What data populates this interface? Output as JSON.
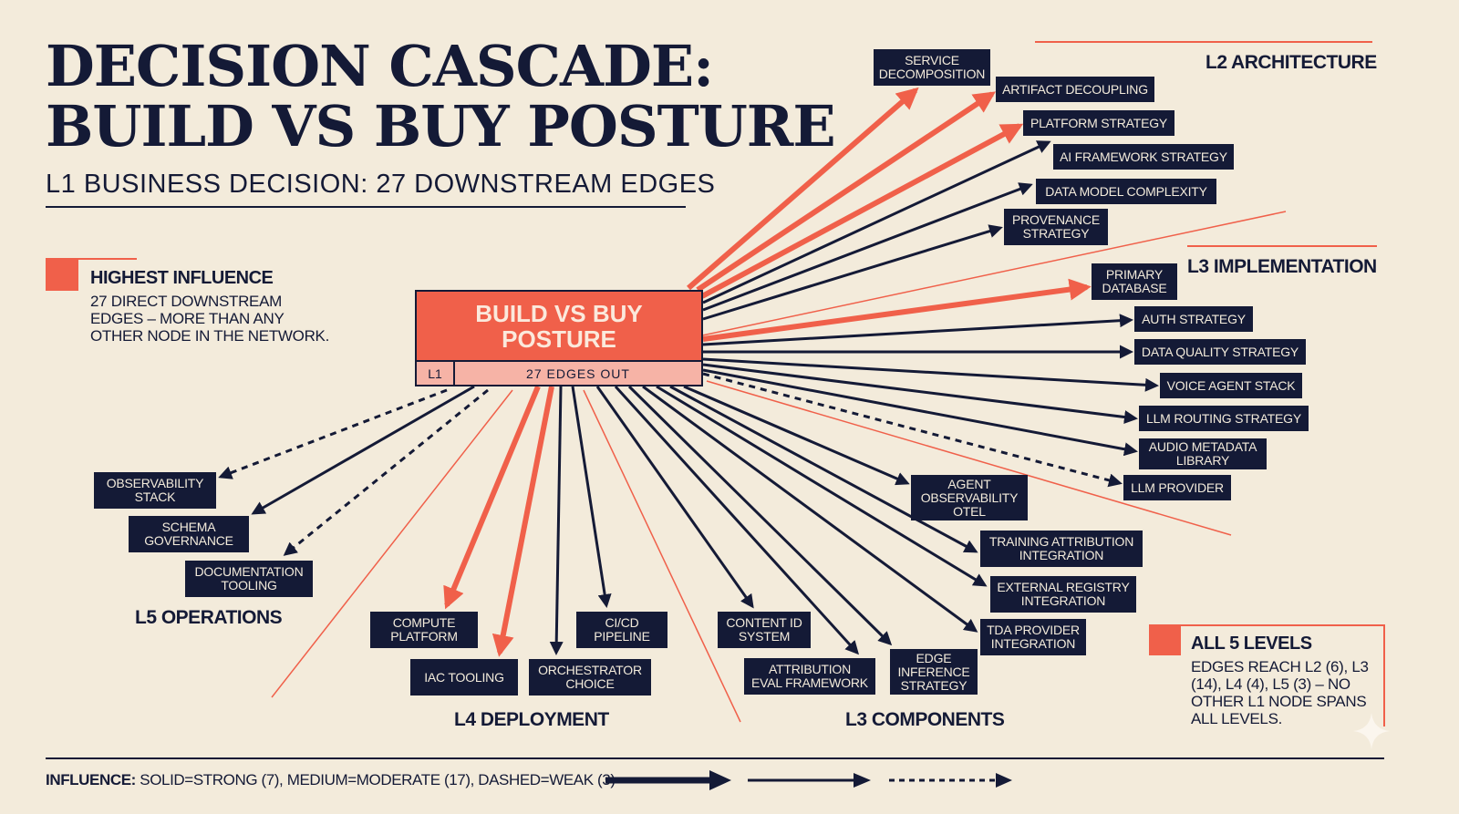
{
  "header": {
    "title_line1": "DECISION CASCADE:",
    "title_line2": "BUILD VS BUY POSTURE",
    "subtitle": "L1 BUSINESS DECISION: 27 DOWNSTREAM EDGES"
  },
  "callouts": {
    "highest": {
      "heading": "HIGHEST INFLUENCE",
      "text": "27 DIRECT DOWNSTREAM\nEDGES – MORE THAN ANY\nOTHER NODE IN THE NETWORK."
    },
    "levels": {
      "heading": "ALL 5 LEVELS",
      "text": "EDGES REACH L2 (6), L3\n(14), L4 (4), L5 (3) – NO\nOTHER L1 NODE SPANS\nALL LEVELS."
    }
  },
  "center": {
    "label": "BUILD VS BUY\nPOSTURE",
    "level": "L1",
    "edges_out": "27 EDGES OUT"
  },
  "levels": {
    "l2": "L2 ARCHITECTURE",
    "l3_impl": "L3 IMPLEMENTATION",
    "l3_comp": "L3 COMPONENTS",
    "l4": "L4 DEPLOYMENT",
    "l5": "L5 OPERATIONS"
  },
  "nodes": [
    {
      "label": "SERVICE\nDECOMPOSITION",
      "level": "L2",
      "influence": "strong"
    },
    {
      "label": "ARTIFACT DECOUPLING",
      "level": "L2",
      "influence": "strong"
    },
    {
      "label": "PLATFORM STRATEGY",
      "level": "L2",
      "influence": "strong"
    },
    {
      "label": "AI FRAMEWORK STRATEGY",
      "level": "L2",
      "influence": "moderate"
    },
    {
      "label": "DATA MODEL COMPLEXITY",
      "level": "L2",
      "influence": "moderate"
    },
    {
      "label": "PROVENANCE\nSTRATEGY",
      "level": "L2",
      "influence": "moderate"
    },
    {
      "label": "PRIMARY\nDATABASE",
      "level": "L3",
      "influence": "strong"
    },
    {
      "label": "AUTH STRATEGY",
      "level": "L3",
      "influence": "moderate"
    },
    {
      "label": "DATA QUALITY STRATEGY",
      "level": "L3",
      "influence": "moderate"
    },
    {
      "label": "VOICE AGENT STACK",
      "level": "L3",
      "influence": "moderate"
    },
    {
      "label": "LLM ROUTING STRATEGY",
      "level": "L3",
      "influence": "moderate"
    },
    {
      "label": "AUDIO METADATA\nLIBRARY",
      "level": "L3",
      "influence": "moderate"
    },
    {
      "label": "LLM PROVIDER",
      "level": "L3",
      "influence": "weak"
    },
    {
      "label": "AGENT\nOBSERVABILITY\nOTEL",
      "level": "L3",
      "influence": "moderate"
    },
    {
      "label": "TRAINING ATTRIBUTION\nINTEGRATION",
      "level": "L3",
      "influence": "moderate"
    },
    {
      "label": "EXTERNAL REGISTRY\nINTEGRATION",
      "level": "L3",
      "influence": "moderate"
    },
    {
      "label": "TDA PROVIDER\nINTEGRATION",
      "level": "L3",
      "influence": "moderate"
    },
    {
      "label": "EDGE\nINFERENCE\nSTRATEGY",
      "level": "L3",
      "influence": "moderate"
    },
    {
      "label": "CONTENT ID\nSYSTEM",
      "level": "L3",
      "influence": "moderate"
    },
    {
      "label": "ATTRIBUTION\nEVAL FRAMEWORK",
      "level": "L3",
      "influence": "moderate"
    },
    {
      "label": "COMPUTE\nPLATFORM",
      "level": "L4",
      "influence": "strong"
    },
    {
      "label": "IAC TOOLING",
      "level": "L4",
      "influence": "strong"
    },
    {
      "label": "CI/CD\nPIPELINE",
      "level": "L4",
      "influence": "moderate"
    },
    {
      "label": "ORCHESTRATOR\nCHOICE",
      "level": "L4",
      "influence": "moderate"
    },
    {
      "label": "OBSERVABILITY\nSTACK",
      "level": "L5",
      "influence": "weak"
    },
    {
      "label": "SCHEMA\nGOVERNANCE",
      "level": "L5",
      "influence": "moderate"
    },
    {
      "label": "DOCUMENTATION\nTOOLING",
      "level": "L5",
      "influence": "weak"
    }
  ],
  "legend": {
    "label": "INFLUENCE:",
    "text": "SOLID=STRONG (7), MEDIUM=MODERATE (17), DASHED=WEAK (3)"
  },
  "colors": {
    "navy": "#141a36",
    "coral": "#f0604a",
    "background": "#f3ebdb"
  }
}
